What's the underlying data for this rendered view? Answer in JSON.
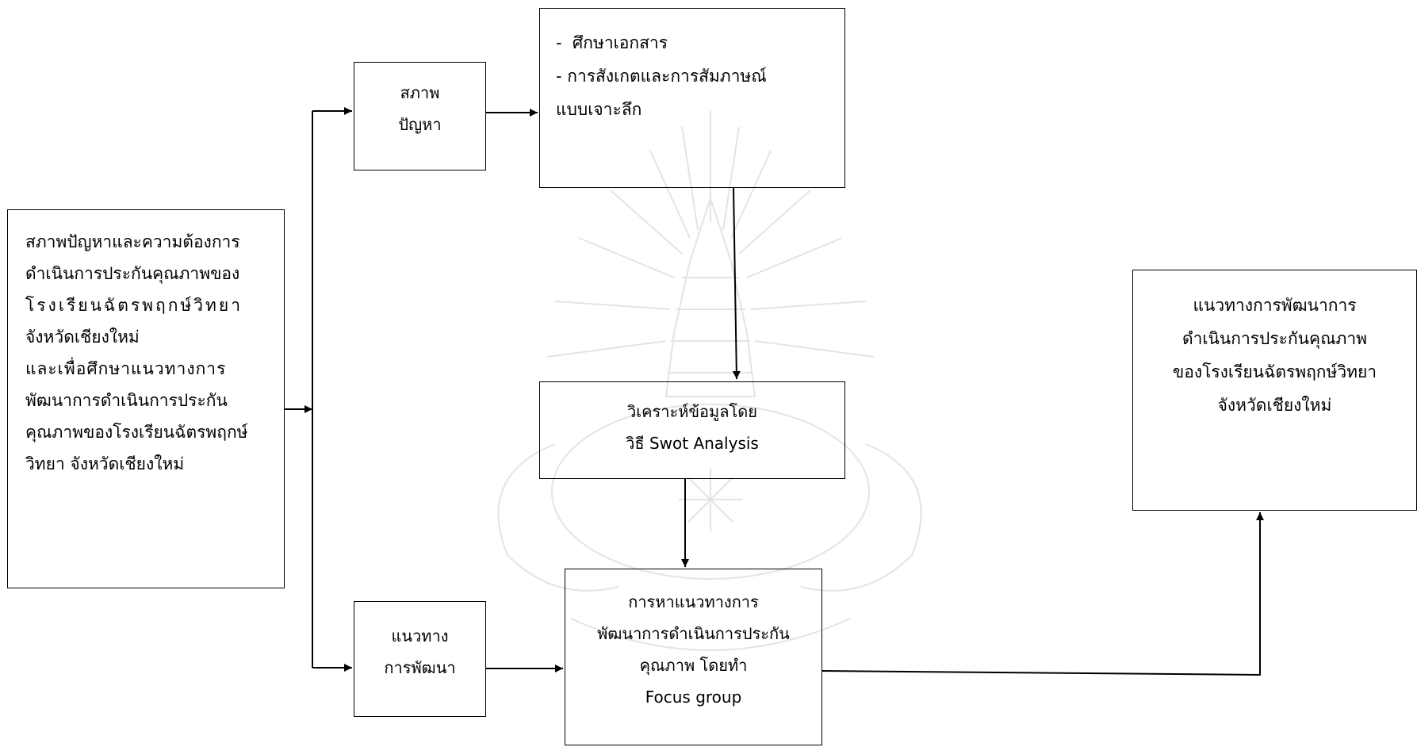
{
  "colors": {
    "line": "#000000",
    "watermark": "#e4e4e4"
  },
  "watermark": {
    "icon": "university-crest-watermark"
  },
  "boxes": {
    "left": {
      "lines": [
        "สภาพปัญหาและความต้องการ",
        "ดำเนินการประกันคุณภาพของ",
        "โรงเรียนฉัตรพฤกษ์วิทยา",
        "จังหวัดเชียงใหม่",
        "และเพื่อศึกษาแนวทางการ",
        "พัฒนาการดำเนินการประกัน",
        "คุณภาพของโรงเรียนฉัตรพฤกษ์",
        "วิทยา จังหวัดเชียงใหม่"
      ]
    },
    "problem": {
      "lines": [
        "สภาพ",
        "ปัญหา"
      ]
    },
    "study": {
      "lines": [
        "-  ศึกษาเอกสาร",
        "- การสังเกตและการสัมภาษณ์",
        "แบบเจาะลึก"
      ]
    },
    "swot": {
      "lines": [
        "วิเคราะห์ข้อมูลโดย",
        "วิธี Swot Analysis"
      ]
    },
    "guide": {
      "lines": [
        "แนวทาง",
        "การพัฒนา"
      ]
    },
    "focus": {
      "lines": [
        "การหาแนวทางการ",
        "พัฒนาการดำเนินการประกัน",
        "คุณภาพ โดยทำ",
        "Focus group"
      ]
    },
    "result": {
      "lines": [
        "แนวทางการพัฒนาการ",
        "ดำเนินการประกันคุณภาพ",
        "ของโรงเรียนฉัตรพฤกษ์วิทยา",
        "จังหวัดเชียงใหม่"
      ]
    }
  }
}
